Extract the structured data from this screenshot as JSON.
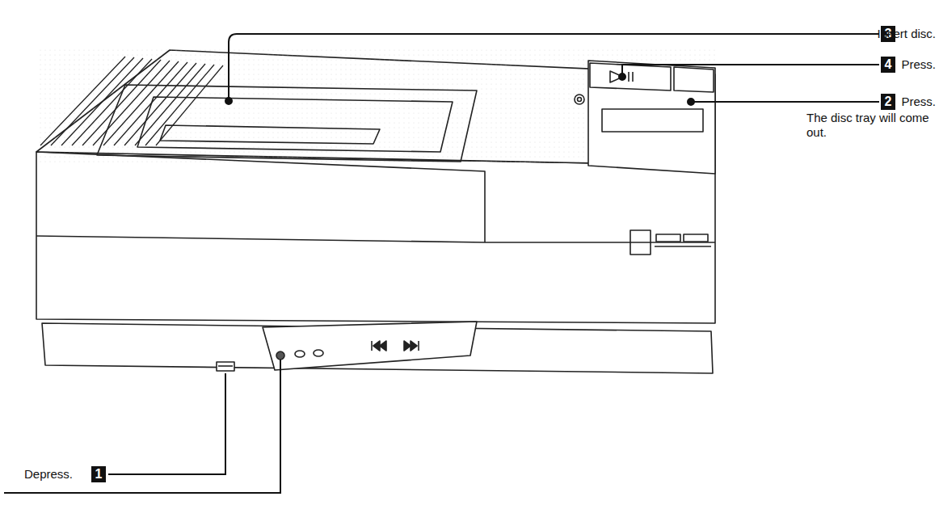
{
  "diagram": {
    "labels": [
      "3",
      "Insert disc.",
      "4",
      "Press.",
      "2",
      "Press.",
      "The disc tray will come out.",
      "Depress.",
      "1"
    ]
  }
}
